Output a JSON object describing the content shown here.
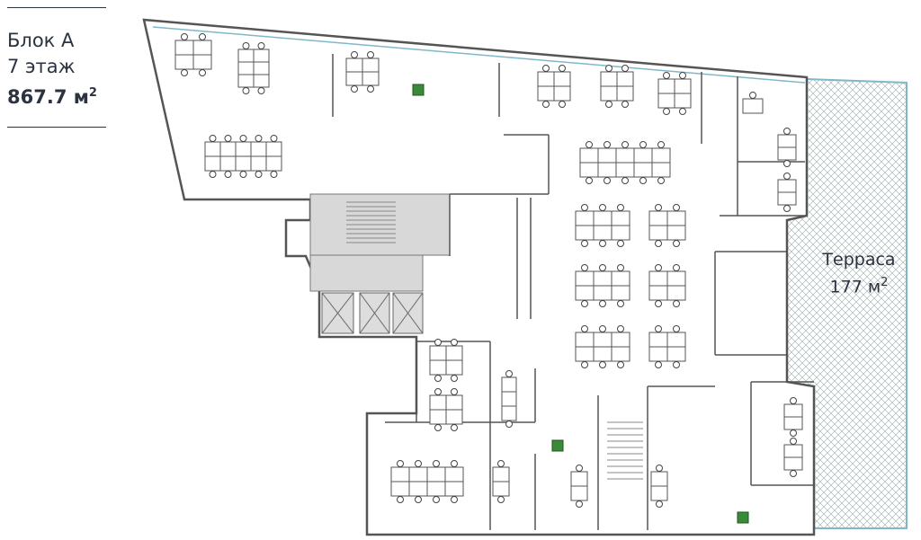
{
  "legend": {
    "block": "Блок А",
    "floor": "7 этаж",
    "area_value": "867.7 м",
    "area_sup": "2"
  },
  "terrace": {
    "label": "Терраса",
    "area_value": "177 м",
    "area_sup": "2"
  },
  "colors": {
    "text": "#2b3340",
    "wall": "#555555",
    "terrace_border": "#7fb8c8",
    "plant": "#3a8a3a",
    "partition": "#5b6bb0"
  }
}
